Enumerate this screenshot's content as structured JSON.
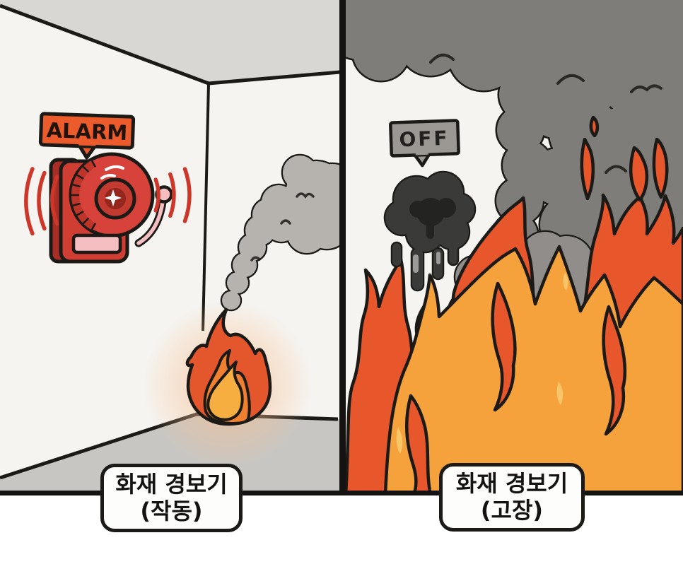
{
  "illustration": {
    "left_panel": {
      "alarm_sign_label": "ALARM",
      "caption_line1": "화재 경보기",
      "caption_line2": "(작동)"
    },
    "right_panel": {
      "off_sign_label": "OFF",
      "caption_line1": "화재 경보기",
      "caption_line2": "(고장)"
    }
  },
  "colors": {
    "wall": "#f5f4f1",
    "ceiling": "#d8d7d4",
    "floor": "#c7c6c3",
    "outline": "#1b1a17",
    "divider": "#141311",
    "sign_orange": "#ec5b2b",
    "sign_text": "#20130b",
    "bell_red": "#d7423a",
    "bell_dark": "#a92e26",
    "bell_mid": "#bf3429",
    "bell_plate": "#cf3d33",
    "bell_dome": "#c23a30",
    "bell_dome_inner": "#95261e",
    "bell_pink": "#f5bfc2",
    "wave_red": "#cd372a",
    "fire_red": "#e4562b",
    "fire_orange": "#f0802f",
    "fire_yellow": "#f7ae41",
    "glow": "#f8c193",
    "smoke_light": "#b6b3af",
    "smoke_dark": "#7f7d7a",
    "smoke_mid": "#908d8a",
    "off_gray": "#9b9792",
    "off_text": "#232120",
    "melt_body": "#3a3a39",
    "melt_dark": "#232322",
    "melt_light": "#9c9a98",
    "r_fire_red": "#e8572c",
    "r_fire_orange": "#f6a23c",
    "r_fire_streak": "#f9c569",
    "caption_bg": "#fdfdfc",
    "caption_text": "#141311"
  }
}
